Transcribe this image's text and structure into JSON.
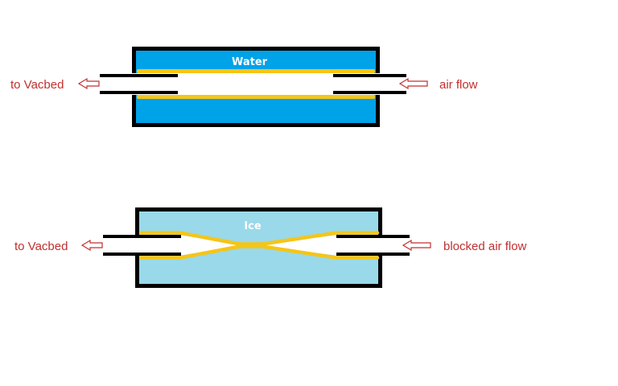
{
  "colors": {
    "background": "#ffffff",
    "outline": "#000000",
    "water": "#00A2E8",
    "ice": "#99D9EA",
    "membrane": "#F5C518",
    "air": "#ffffff",
    "label_text": "#C0302E",
    "medium_text": "#ffffff"
  },
  "diagrams": [
    {
      "state": "liquid",
      "medium_label": "Water",
      "left_label": "to Vacbed",
      "right_label": "air flow",
      "left_arrow_icon": "arrow-left-outline-icon",
      "right_arrow_icon": "arrow-left-outline-icon",
      "passage": "open"
    },
    {
      "state": "frozen",
      "medium_label": "Ice",
      "left_label": "to Vacbed",
      "right_label": "blocked air flow",
      "left_arrow_icon": "arrow-left-outline-icon",
      "right_arrow_icon": "arrow-left-outline-icon",
      "passage": "pinched-closed"
    }
  ]
}
